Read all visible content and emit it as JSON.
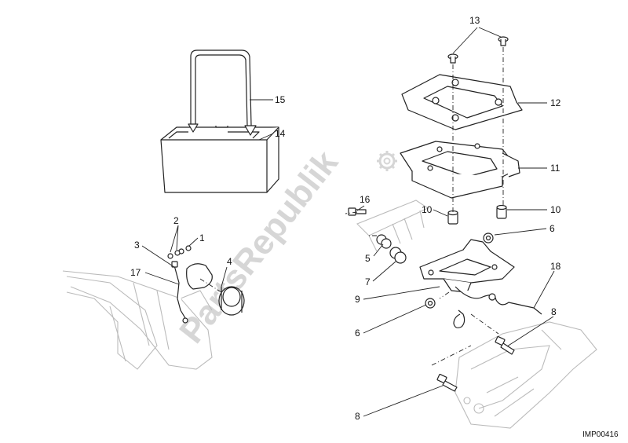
{
  "diagram": {
    "watermark": "PartsRepublik",
    "drawing_code": "IMP00416",
    "callouts": [
      {
        "id": "c-13",
        "label": "13"
      },
      {
        "id": "c-15",
        "label": "15"
      },
      {
        "id": "c-14",
        "label": "14"
      },
      {
        "id": "c-12",
        "label": "12"
      },
      {
        "id": "c-11",
        "label": "11"
      },
      {
        "id": "c-16",
        "label": "16"
      },
      {
        "id": "c-10a",
        "label": "10"
      },
      {
        "id": "c-10b",
        "label": "10"
      },
      {
        "id": "c-6a",
        "label": "6"
      },
      {
        "id": "c-2",
        "label": "2"
      },
      {
        "id": "c-1",
        "label": "1"
      },
      {
        "id": "c-3",
        "label": "3"
      },
      {
        "id": "c-4",
        "label": "4"
      },
      {
        "id": "c-5",
        "label": "5"
      },
      {
        "id": "c-17",
        "label": "17"
      },
      {
        "id": "c-7",
        "label": "7"
      },
      {
        "id": "c-18",
        "label": "18"
      },
      {
        "id": "c-9",
        "label": "9"
      },
      {
        "id": "c-8a",
        "label": "8"
      },
      {
        "id": "c-6b",
        "label": "6"
      },
      {
        "id": "c-8b",
        "label": "8"
      }
    ]
  }
}
